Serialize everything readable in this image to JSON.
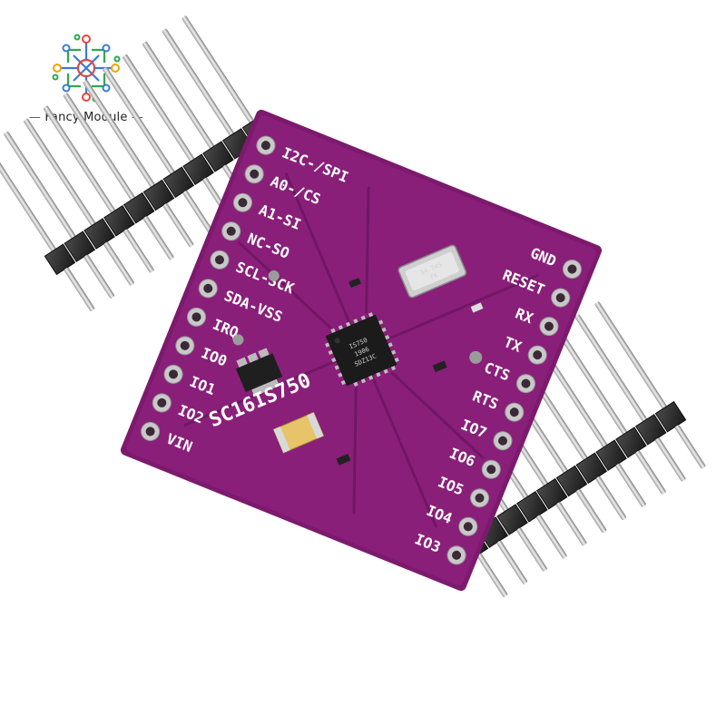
{
  "brand": {
    "name": "Fancy Module",
    "accent_colors": [
      "#3a7bd5",
      "#e8453c",
      "#2fa84f",
      "#f0a202"
    ]
  },
  "board": {
    "color": "#8a1f7a",
    "title": "SC16IS750",
    "chip_marking": [
      "IS750",
      "1906",
      "SDZ13C"
    ],
    "crystal_marking": [
      "14.745",
      "FK"
    ],
    "left_edge_labels": [
      "I2C-/SPI",
      "A0-/CS",
      "A1-SI",
      "NC-SO",
      "SCL-SCK",
      "SDA-VSS",
      "IRQ",
      "IO0",
      "IO1",
      "IO2",
      "VIN"
    ],
    "right_edge_labels": [
      "GND",
      "RESET",
      "RX",
      "TX",
      "CTS",
      "RTS",
      "IO7",
      "IO6",
      "IO5",
      "IO4",
      "IO3"
    ],
    "left_pin_count": 11,
    "right_pin_count": 11
  },
  "headers": [
    {
      "name": "left-header",
      "pins": 11
    },
    {
      "name": "right-header",
      "pins": 11
    }
  ]
}
